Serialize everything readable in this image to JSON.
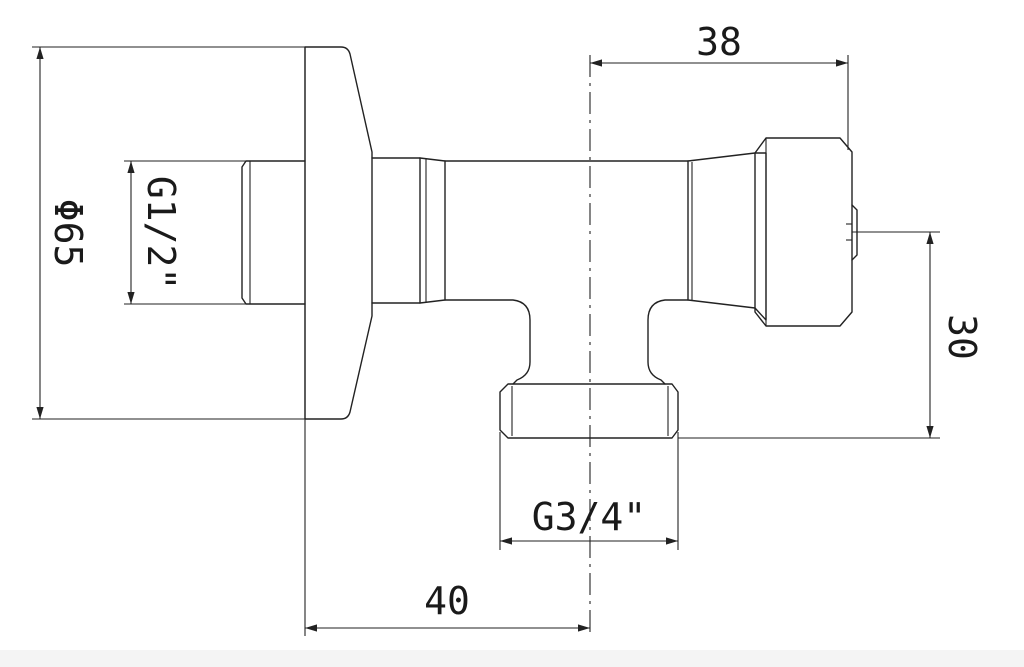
{
  "drawing": {
    "dimensions": {
      "top_length": "38",
      "bottom_length": "40",
      "right_height": "30",
      "flange_diameter": "Φ65",
      "inlet_thread": "G1/2\"",
      "outlet_thread": "G3/4\""
    }
  }
}
